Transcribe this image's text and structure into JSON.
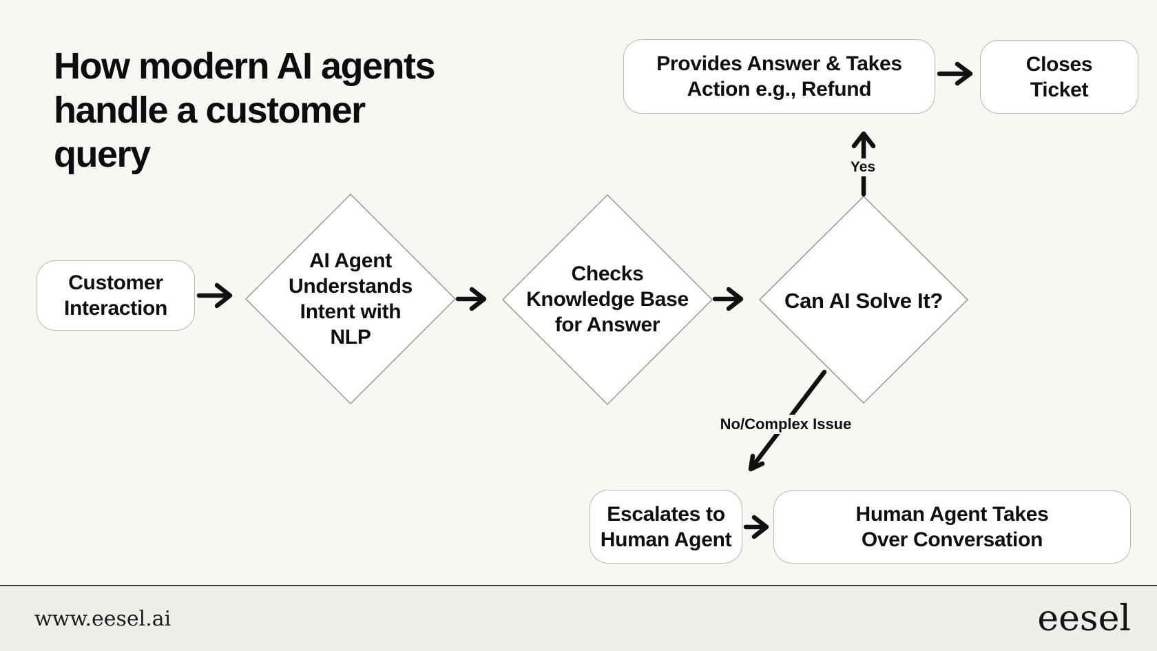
{
  "title": "How modern AI agents\nhandle a customer\nquery",
  "flowchart": {
    "nodes": {
      "customer_interaction": {
        "label": "Customer\nInteraction",
        "type": "process"
      },
      "nlp": {
        "label": "AI Agent\nUnderstands\nIntent with\nNLP",
        "type": "decision"
      },
      "knowledge_base": {
        "label": "Checks\nKnowledge Base\nfor Answer",
        "type": "decision"
      },
      "can_ai_solve": {
        "label": "Can AI Solve It?",
        "type": "decision"
      },
      "provides_answer": {
        "label": "Provides Answer & Takes\nAction e.g., Refund",
        "type": "process"
      },
      "closes_ticket": {
        "label": "Closes\nTicket",
        "type": "process"
      },
      "escalates": {
        "label": "Escalates to\nHuman Agent",
        "type": "process"
      },
      "human_takes_over": {
        "label": "Human Agent Takes\nOver Conversation",
        "type": "process"
      }
    },
    "edge_labels": {
      "yes": "Yes",
      "no": "No/Complex Issue"
    }
  },
  "footer": {
    "url": "www.eesel.ai",
    "logo": "eesel"
  },
  "colors": {
    "background": "#f9f7f4",
    "footer_background": "#f0eeea",
    "node_fill": "#ffffff",
    "node_border": "#b8b6b2",
    "diamond_border": "#8c8a87",
    "arrow": "#111111",
    "text": "#0f0f0f",
    "divider": "#3c3a37"
  }
}
